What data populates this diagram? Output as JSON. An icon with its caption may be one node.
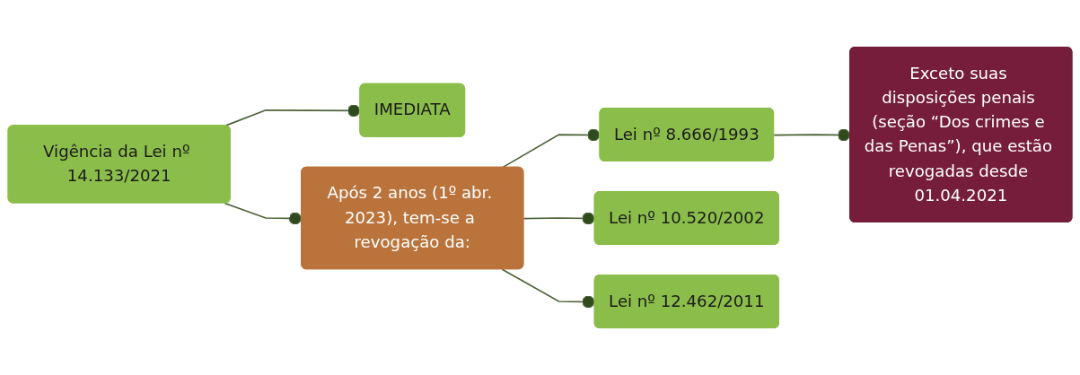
{
  "diagram": {
    "nodes": [
      {
        "text": [
          "Vigência da Lei nº 14.133/2021"
        ]
      },
      {
        "text": [
          "IMEDIATA"
        ]
      },
      {
        "text": [
          "Após 2 anos (1º abr. 2023), tem-se a revogação da:"
        ]
      },
      {
        "text": [
          "Lei nº 8.666/1993"
        ]
      },
      {
        "text": [
          "Exceto suas disposições penais (seção “Dos crimes e das Penas”), que estão revogadas desde 01.04.2021"
        ]
      },
      {
        "text": [
          "Lei nº 10.520/2002"
        ]
      },
      {
        "text": [
          "Lei nº 12.462/2011"
        ]
      }
    ],
    "edges": [
      {
        "from": 0,
        "to": 1,
        "arrow": "other"
      },
      {
        "from": 0,
        "to": 2,
        "arrow": "other"
      },
      {
        "from": 2,
        "to": 3,
        "arrow": "other"
      },
      {
        "from": 3,
        "to": 4,
        "arrow": "other"
      },
      {
        "from": 2,
        "to": 5,
        "arrow": "other"
      },
      {
        "from": 2,
        "to": 6,
        "arrow": "other"
      }
    ]
  }
}
